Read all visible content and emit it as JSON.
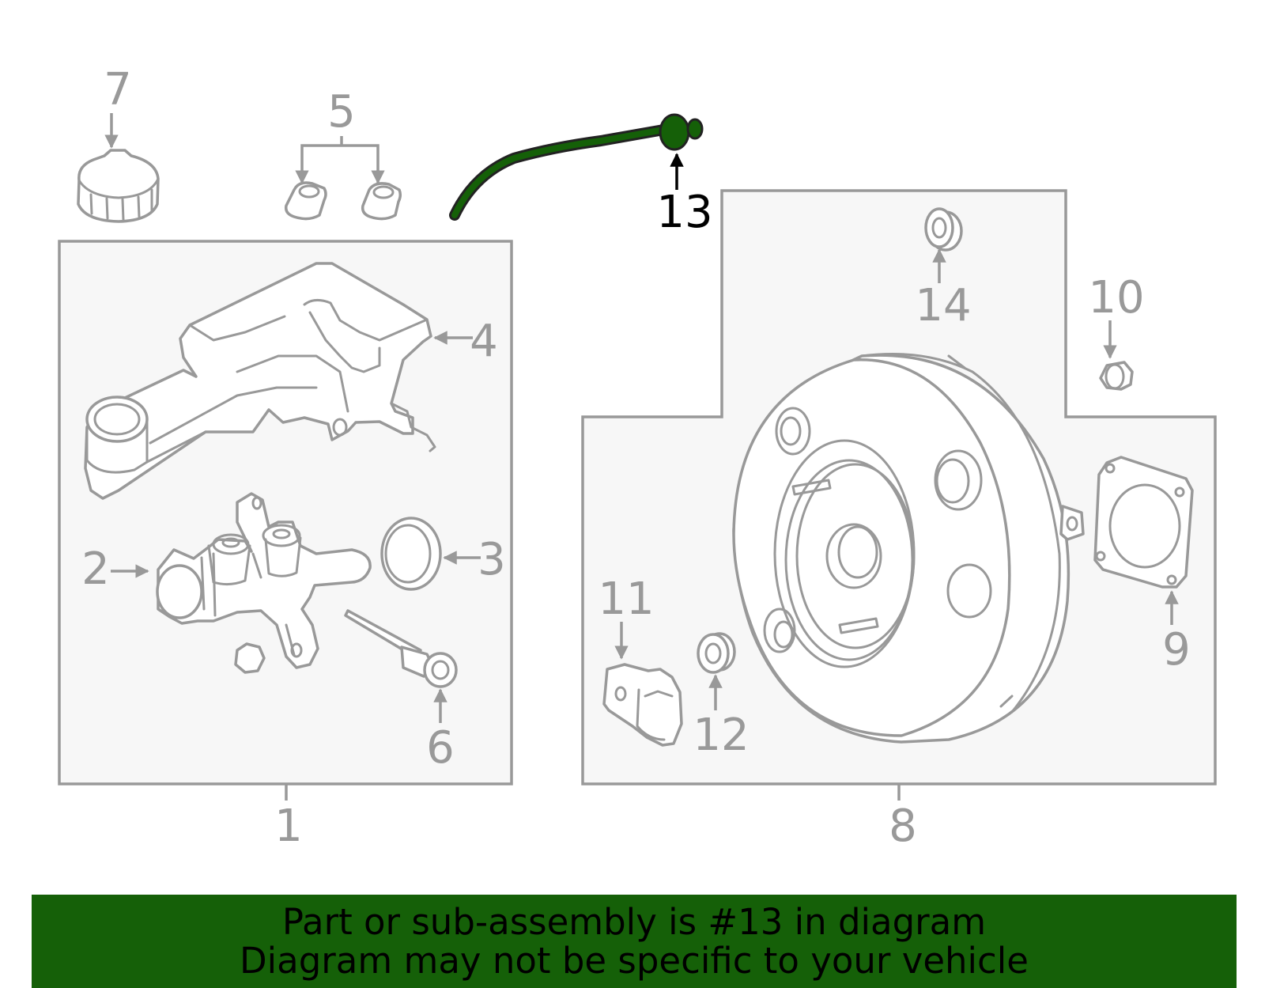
{
  "callouts": {
    "c1": "1",
    "c2": "2",
    "c3": "3",
    "c4": "4",
    "c5": "5",
    "c6": "6",
    "c7": "7",
    "c8": "8",
    "c9": "9",
    "c10": "10",
    "c11": "11",
    "c12": "12",
    "c13": "13",
    "c14": "14"
  },
  "highlight_part": "13",
  "colors": {
    "highlight": "#156008",
    "banner_background": "#156008",
    "line_art": "#999999",
    "panel_fill": "#f7f7f7"
  },
  "banner": {
    "line1": "Part or sub-assembly is #13 in diagram",
    "line2": "Diagram may not be specific to your vehicle"
  }
}
